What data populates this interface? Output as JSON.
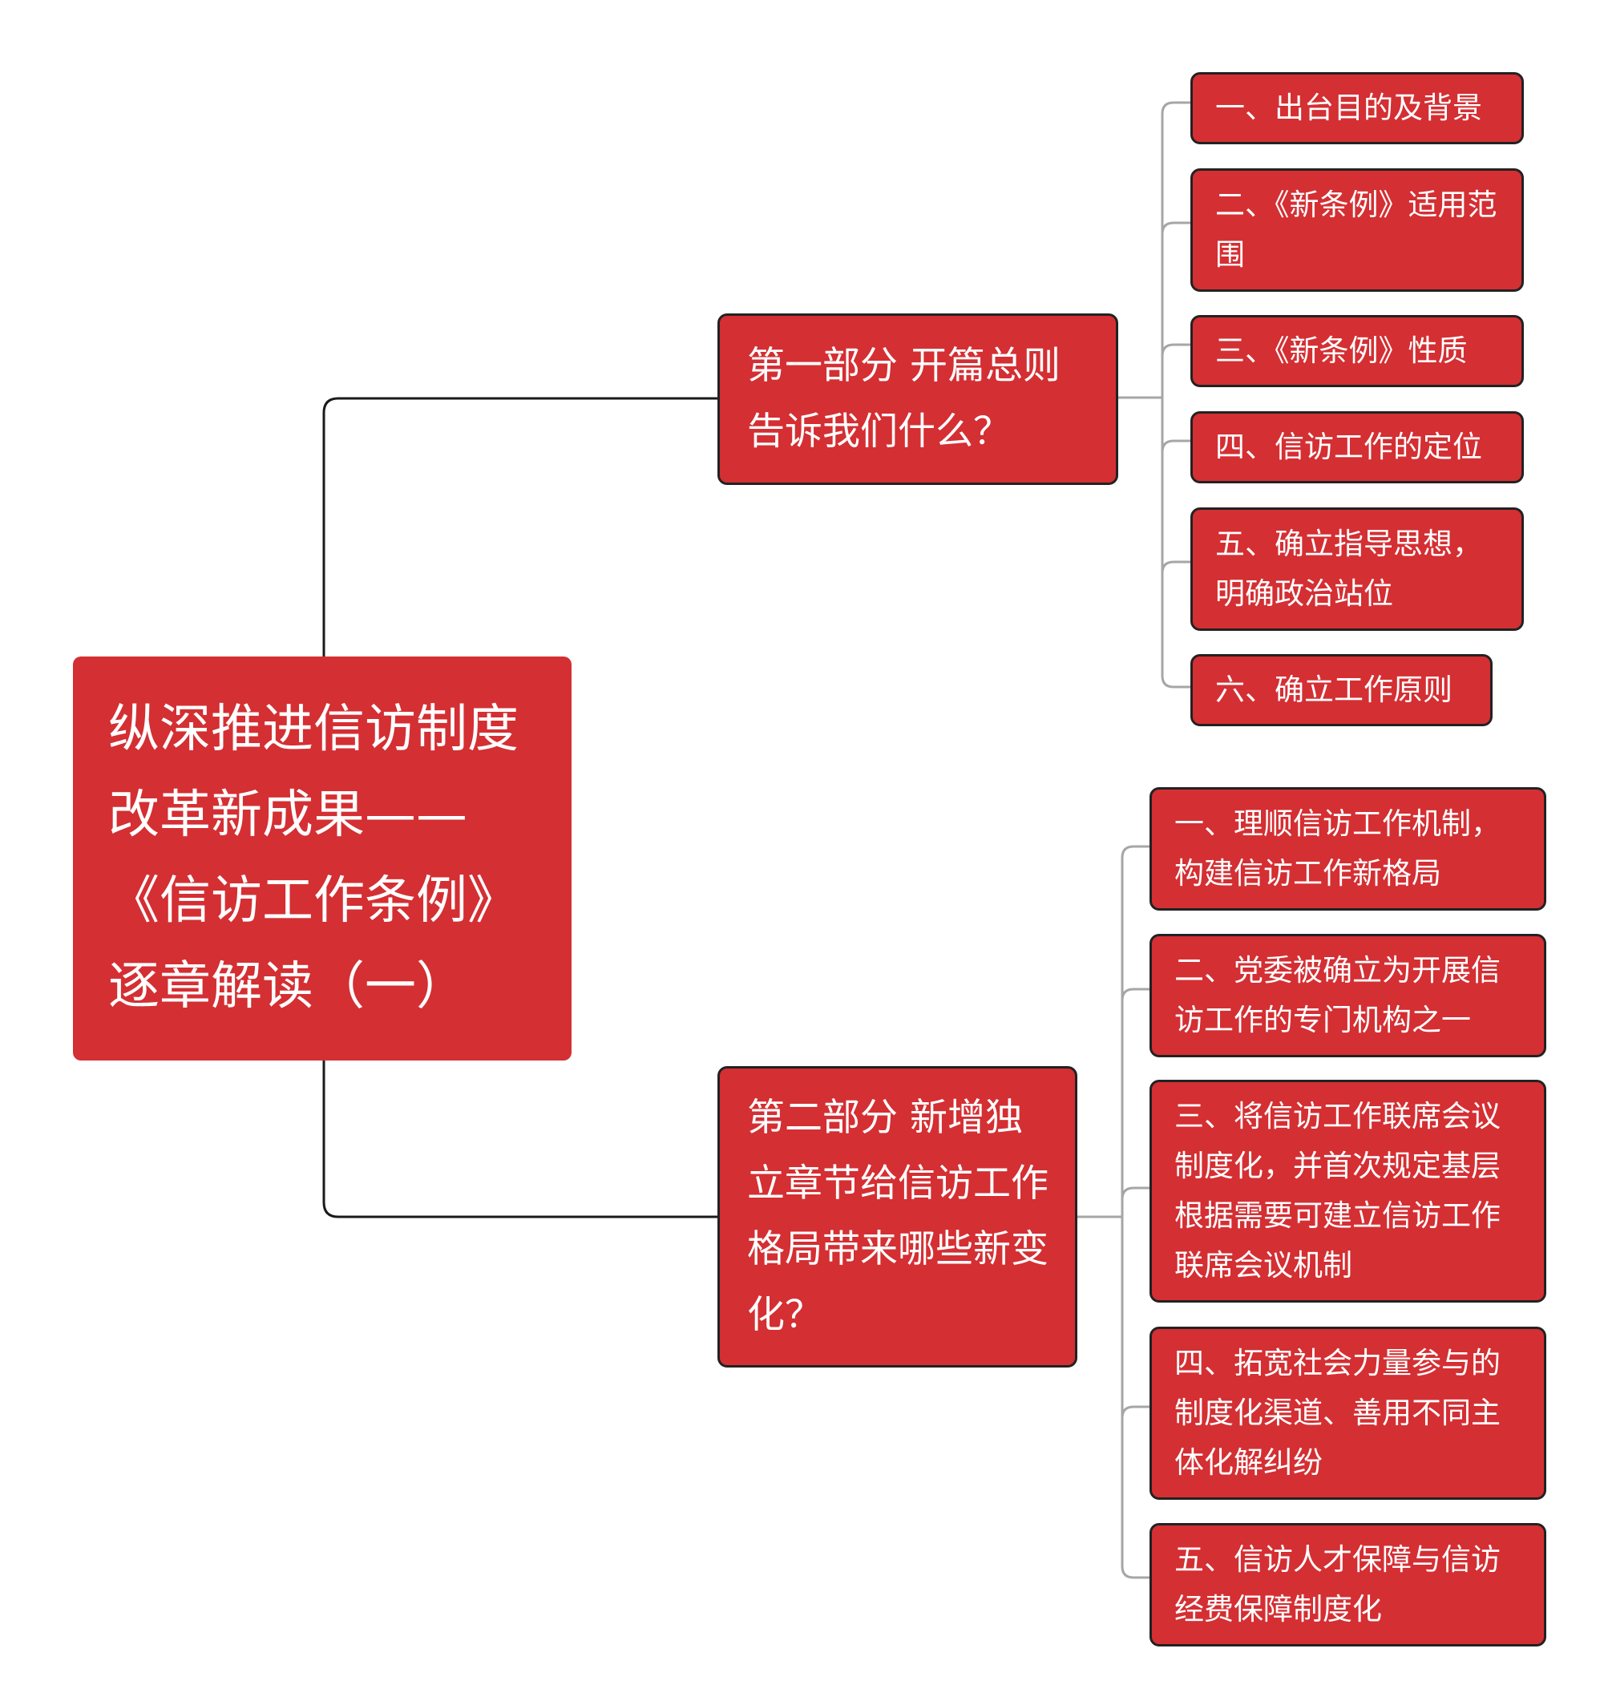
{
  "root": {
    "title": "纵深推进信访制度改革新成果——《信访工作条例》逐章解读（一）"
  },
  "parts": [
    {
      "title": "第一部分 开篇总则告诉我们什么？",
      "items": [
        "一、出台目的及背景",
        "二、《新条例》适用范围",
        "三、《新条例》性质",
        "四、信访工作的定位",
        "五、确立指导思想，明确政治站位",
        "六、确立工作原则"
      ]
    },
    {
      "title": "第二部分 新增独立章节给信访工作格局带来哪些新变化？",
      "items": [
        "一、理顺信访工作机制，构建信访工作新格局",
        "二、党委被确立为开展信访工作的专门机构之一",
        "三、将信访工作联席会议制度化，并首次规定基层根据需要可建立信访工作联席会议机制",
        "四、拓宽社会力量参与的制度化渠道、善用不同主体化解纠纷",
        "五、信访人才保障与信访经费保障制度化"
      ]
    }
  ],
  "colors": {
    "node_fill": "#d42f33",
    "node_text": "#ffffff",
    "root_connector": "#1a1a1a",
    "leaf_connector": "#a6a6a6"
  }
}
